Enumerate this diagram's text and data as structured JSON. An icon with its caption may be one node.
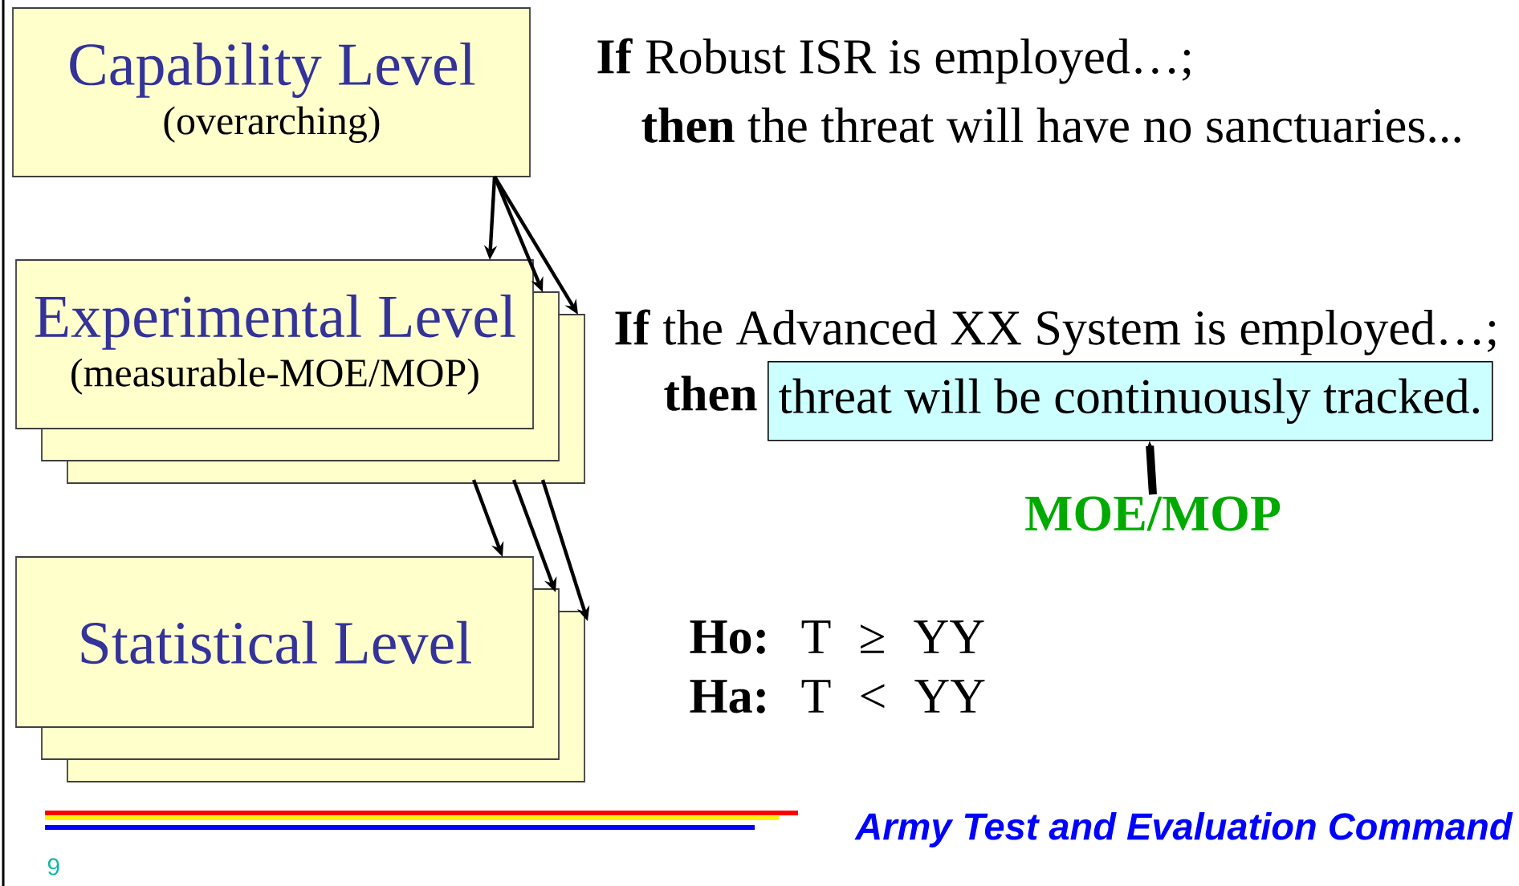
{
  "diagram": {
    "nodes": [
      {
        "text": [
          "Capability Level",
          "(overarching)"
        ]
      },
      {
        "text": [
          "Experimental Level",
          "(measurable-MOE/MOP)"
        ]
      },
      {
        "text": [
          "Statistical Level"
        ]
      },
      {
        "text": [
          "threat will be continuously tracked."
        ]
      },
      {
        "text": [
          "MOE/MOP"
        ]
      }
    ],
    "edges": [
      {
        "from": 0,
        "to": 1,
        "arrow": "to"
      },
      {
        "from": 0,
        "to": 1,
        "arrow": "to"
      },
      {
        "from": 0,
        "to": 1,
        "arrow": "to"
      },
      {
        "from": 1,
        "to": 2,
        "arrow": "to"
      },
      {
        "from": 1,
        "to": 2,
        "arrow": "to"
      },
      {
        "from": 1,
        "to": 2,
        "arrow": "to"
      },
      {
        "from": 4,
        "to": 3,
        "arrow": "to",
        "style": "thick"
      }
    ],
    "labels": [
      "**If** Robust ISR is employed…;",
      "**then** the threat will have no sanctuaries...",
      "**If** the Advanced XX System is employed…;",
      "then",
      "**Ho:** T ≥ YY",
      "**Ha:** T < YY",
      "Army Test and Evaluation Command",
      "9"
    ]
  }
}
